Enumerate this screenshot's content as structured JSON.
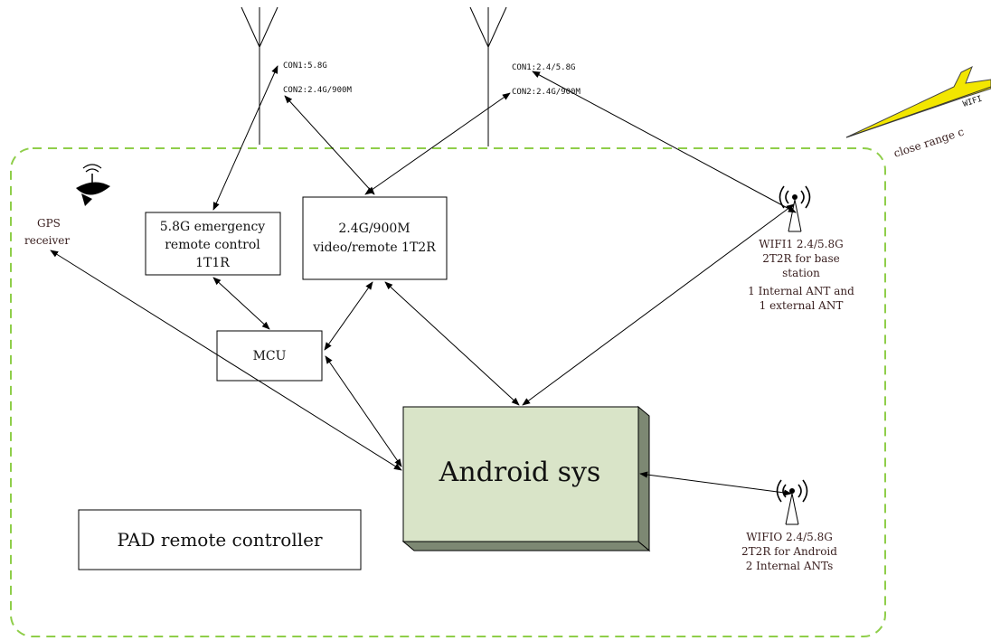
{
  "antennas": [
    {
      "id": "left",
      "con1": "CON1:5.8G",
      "con2": "CON2:2.4G/900M"
    },
    {
      "id": "right",
      "con1": "CON1:2.4/5.8G",
      "con2": "CON2:2.4G/900M"
    }
  ],
  "wifi_beam": {
    "label1": "WIFI",
    "label2": "close range c"
  },
  "gps": {
    "line1": "GPS",
    "line2": "receiver"
  },
  "boxes": {
    "emergency": [
      "5.8G emergency",
      "remote control",
      "1T1R"
    ],
    "video": [
      "2.4G/900M",
      "video/remote 1T2R"
    ],
    "mcu": "MCU",
    "android": "Android sys",
    "pad": "PAD remote controller"
  },
  "wifi1": [
    "WIFI1 2.4/5.8G",
    "2T2R for base",
    "station",
    "1 Internal ANT and",
    "1 external ANT"
  ],
  "wifi0": [
    "WIFIO 2.4/5.8G",
    "2T2R for Android",
    "2 Internal ANTs"
  ],
  "colors": {
    "boundary": "#8fce4a",
    "android_fill": "#d9e4c8",
    "android_side": "#7d8873",
    "beam": "#f2e600"
  }
}
